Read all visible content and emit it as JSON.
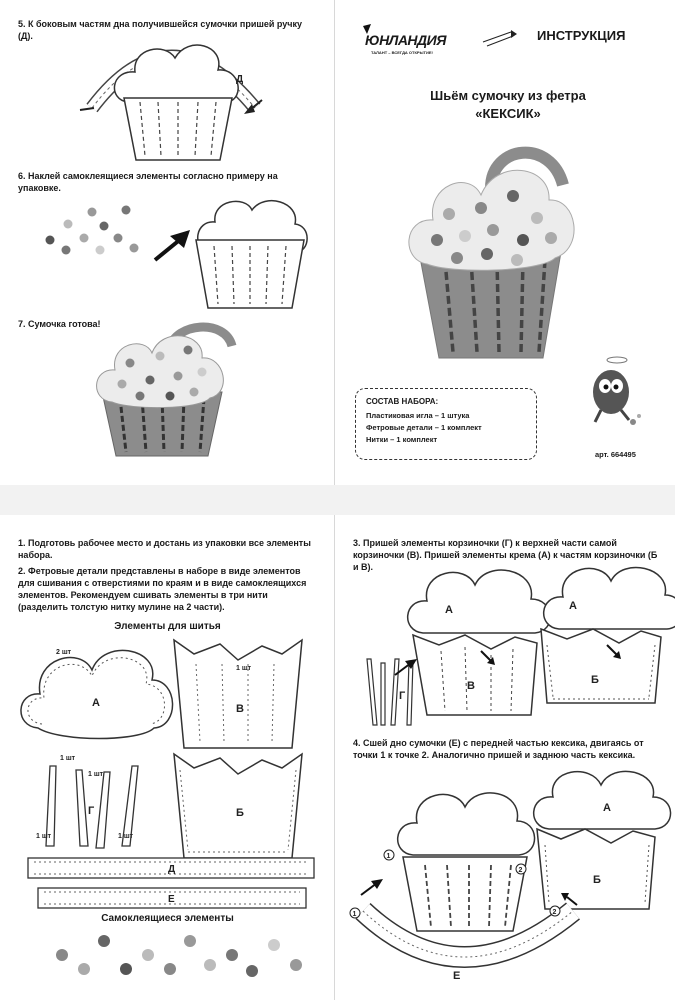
{
  "top_left": {
    "step5": "5. К боковым частям дна получившейся сумочки пришей ручку (Д).",
    "step5_label_d": "Д",
    "step6": "6. Наклей самоклеящиеся элементы согласно примеру на упаковке.",
    "step7": "7. Сумочка готова!"
  },
  "cover": {
    "brand": "ЮНЛАНДИЯ",
    "brand_tagline": "ТАЛАНТ – ВСЕГДА ОТКРЫТИЕ!",
    "heading": "ИНСТРУКЦИЯ",
    "title_line1": "Шьём сумочку из фетра",
    "title_line2": "«КЕКСИК»",
    "kit_heading": "СОСТАВ НАБОРА:",
    "kit_items": [
      "Пластиковая игла – 1 штука",
      "Фетровые детали – 1 комплект",
      "Нитки – 1 комплект"
    ],
    "article": "арт. 664495"
  },
  "bottom_left": {
    "step1": "1. Подготовь рабочее место и достань из упаковки все элементы набора.",
    "step2": "2. Фетровые детали представлены в наборе в виде элементов для сшивания с отверстиями по краям и в виде самоклеящихся элементов. Рекомендуем сшивать элементы в три нити (разделить толстую нитку мулине на 2 части).",
    "sewing_heading": "Элементы для шитья",
    "labels": {
      "a": "А",
      "b": "Б",
      "v": "В",
      "g": "Г",
      "d": "Д",
      "e": "Е"
    },
    "qty_2": "2 шт",
    "qty_1": "1 шт",
    "sticker_heading": "Самоклеящиеся элементы"
  },
  "bottom_right": {
    "step3": "3. Пришей элементы корзиночки (Г) к верхней части самой корзиночки (В). Пришей элементы крема (А) к частям корзиночки (Б и В).",
    "step4": "4. Сшей дно сумочки (Е) с передней частью кексика, двигаясь от точки 1 к точке 2. Аналогично пришей и заднюю часть кексика.",
    "labels": {
      "a": "А",
      "b": "Б",
      "v": "В",
      "g": "Г",
      "e": "Е"
    },
    "point1": "1",
    "point2": "2"
  },
  "colors": {
    "felt_dark": "#8c8c8c",
    "felt_mid": "#b5b5b5",
    "felt_light": "#ececec",
    "ink": "#222222"
  }
}
